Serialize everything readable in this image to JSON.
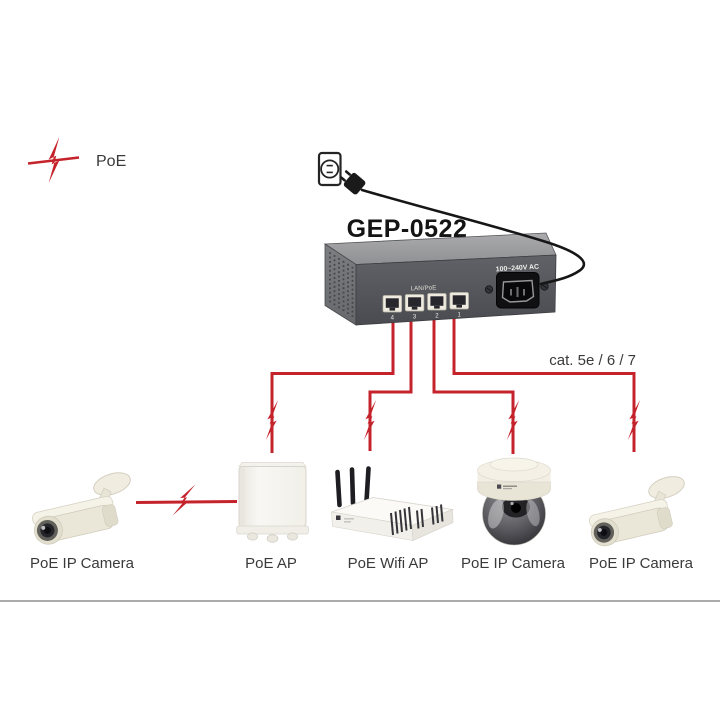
{
  "legend": {
    "label": "PoE"
  },
  "switch": {
    "model": "GEP-0522",
    "ports_label": "LAN/PoE",
    "power_label": "100~240V AC",
    "port_numbers": [
      "4",
      "3",
      "2",
      "1"
    ]
  },
  "cabling": {
    "category_label": "cat. 5e / 6 / 7"
  },
  "devices": [
    {
      "id": "bullet-camera-1",
      "label": "PoE IP Camera"
    },
    {
      "id": "poe-ap",
      "label": "PoE AP"
    },
    {
      "id": "wifi-ap",
      "label": "PoE Wifi AP"
    },
    {
      "id": "dome-camera",
      "label": "PoE IP Camera"
    },
    {
      "id": "bullet-camera-2",
      "label": "PoE IP Camera"
    }
  ],
  "colors": {
    "poe_red": "#c5232b",
    "cable_black": "#161616",
    "label_text": "#3a3a3a",
    "divider_gray": "#ababab"
  }
}
